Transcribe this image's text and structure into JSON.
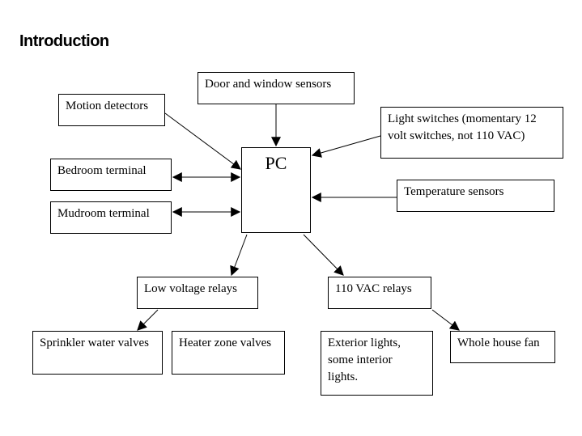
{
  "title": "Introduction",
  "nodes": {
    "door": "Door and window sensors",
    "motion": "Motion detectors",
    "light": "Light switches (momentary 12\nvolt switches, not 110 VAC)",
    "bedroom": "Bedroom terminal",
    "pc": "PC",
    "temp": "Temperature sensors",
    "mudroom": "Mudroom terminal",
    "lowv": "Low voltage relays",
    "vac": "110 VAC relays",
    "sprinkler": "Sprinkler water valves",
    "heater": "Heater zone valves",
    "exterior": "Exterior lights,\nsome interior\nlights.",
    "fan": "Whole house fan"
  },
  "connections": [
    {
      "from": "door",
      "to": "pc",
      "direction": "to"
    },
    {
      "from": "motion",
      "to": "pc",
      "direction": "to"
    },
    {
      "from": "light",
      "to": "pc",
      "direction": "to"
    },
    {
      "from": "temp",
      "to": "pc",
      "direction": "to"
    },
    {
      "from": "bedroom",
      "to": "pc",
      "direction": "both"
    },
    {
      "from": "mudroom",
      "to": "pc",
      "direction": "both"
    },
    {
      "from": "pc",
      "to": "lowv",
      "direction": "to"
    },
    {
      "from": "pc",
      "to": "vac",
      "direction": "to"
    },
    {
      "from": "lowv",
      "to": "sprinkler",
      "direction": "to"
    },
    {
      "from": "vac",
      "to": "fan",
      "direction": "to"
    }
  ]
}
